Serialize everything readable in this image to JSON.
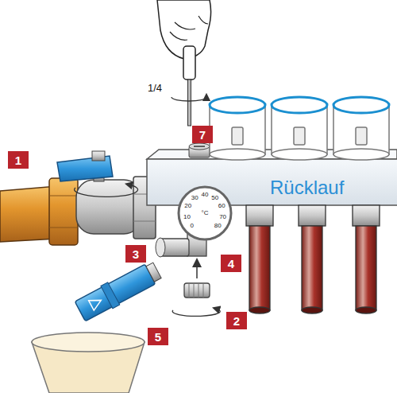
{
  "diagram": {
    "labels": [
      "1/4",
      "7",
      "1",
      "Rücklauf",
      "40",
      "50",
      "30",
      "60",
      "20",
      "°C",
      "70",
      "10",
      "80",
      "0",
      "3",
      "4",
      "2",
      "5"
    ]
  }
}
